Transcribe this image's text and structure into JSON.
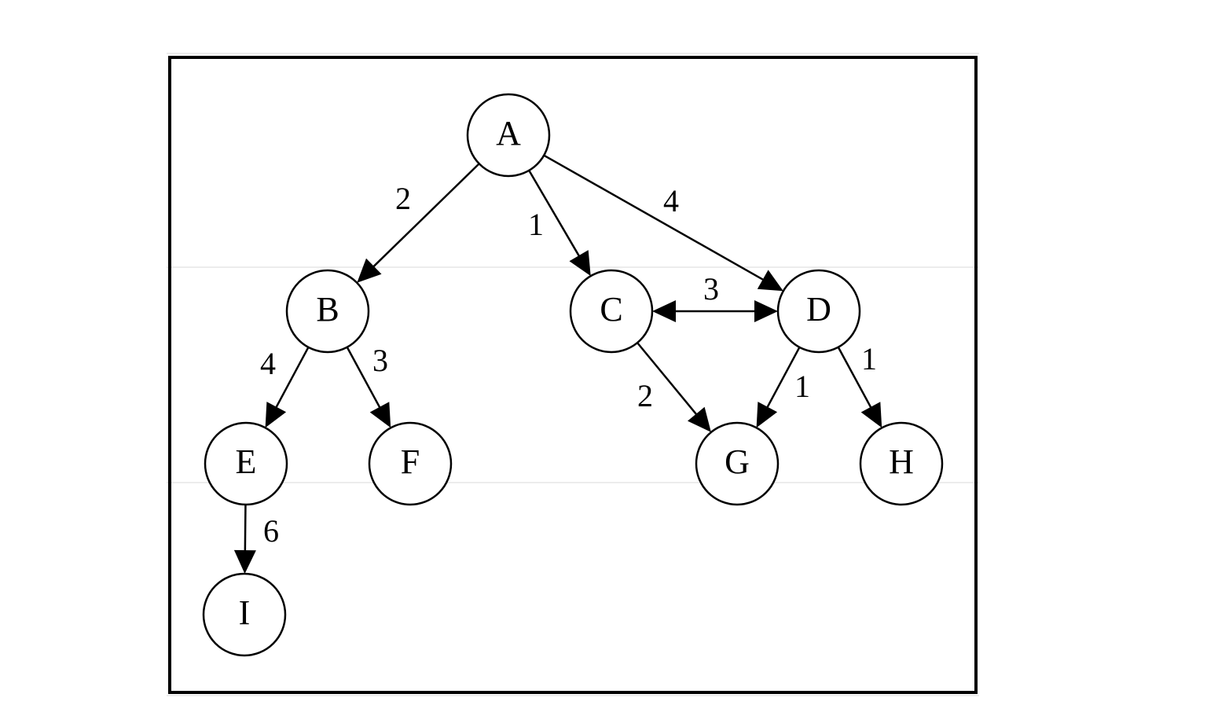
{
  "diagram": {
    "type": "directed-weighted-graph",
    "nodes": [
      {
        "id": "A",
        "label": "A"
      },
      {
        "id": "B",
        "label": "B"
      },
      {
        "id": "C",
        "label": "C"
      },
      {
        "id": "D",
        "label": "D"
      },
      {
        "id": "E",
        "label": "E"
      },
      {
        "id": "F",
        "label": "F"
      },
      {
        "id": "G",
        "label": "G"
      },
      {
        "id": "H",
        "label": "H"
      },
      {
        "id": "I",
        "label": "I"
      }
    ],
    "edges": [
      {
        "from": "A",
        "to": "B",
        "weight": "2",
        "bidirectional": false
      },
      {
        "from": "A",
        "to": "C",
        "weight": "1",
        "bidirectional": false
      },
      {
        "from": "A",
        "to": "D",
        "weight": "4",
        "bidirectional": false
      },
      {
        "from": "C",
        "to": "D",
        "weight": "3",
        "bidirectional": true
      },
      {
        "from": "B",
        "to": "E",
        "weight": "4",
        "bidirectional": false
      },
      {
        "from": "B",
        "to": "F",
        "weight": "3",
        "bidirectional": false
      },
      {
        "from": "C",
        "to": "G",
        "weight": "2",
        "bidirectional": false
      },
      {
        "from": "D",
        "to": "G",
        "weight": "1",
        "bidirectional": false
      },
      {
        "from": "D",
        "to": "H",
        "weight": "1",
        "bidirectional": false
      },
      {
        "from": "E",
        "to": "I",
        "weight": "6",
        "bidirectional": false
      }
    ]
  }
}
